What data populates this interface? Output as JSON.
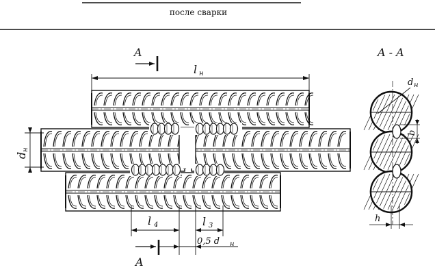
{
  "header": {
    "caption": "после сварки"
  },
  "labels": {
    "section_mark_top": "A",
    "section_mark_bottom": "A",
    "section_title": "A - A",
    "overall_length_main": "l",
    "overall_length_sub": "н",
    "bar_diameter_main": "d",
    "bar_diameter_sub": "н",
    "section_diameter_main": "d",
    "section_diameter_sub": "н",
    "weld_width": "b",
    "weld_height": "h",
    "weld_length_main": "l",
    "weld_length_sub": "4",
    "gap_length_main": "l",
    "gap_length_sub": "3",
    "gap_offset": "0,5 d",
    "gap_offset_sub": "н"
  },
  "colors": {
    "ink": "#111111",
    "paper": "#ffffff"
  }
}
